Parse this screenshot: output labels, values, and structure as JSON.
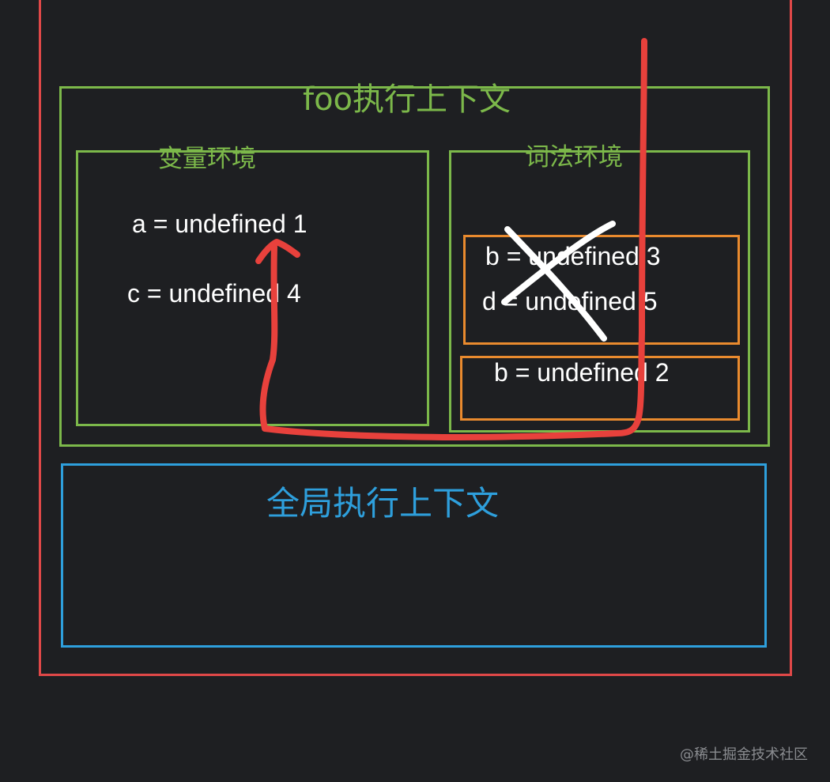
{
  "diagram": {
    "foo_context_title": "foo执行上下文",
    "variable_env_title": "变量环境",
    "lexical_env_title": "词法环境",
    "global_context_title": "全局执行上下文",
    "variable_env_entries": [
      "a = undefined  1",
      "c = undefined  4"
    ],
    "lexical_block_inner_entries": [
      "b = undefined  3",
      "d = undefined 5"
    ],
    "lexical_block_outer_entries": [
      "b = undefined  2"
    ],
    "inner_block_crossed_out": true
  },
  "watermark": "@稀土掘金技术社区",
  "colors": {
    "background": "#1e1f22",
    "call_stack": "#e04848",
    "context": "#7cb84a",
    "block": "#e98a2e",
    "global": "#2e9fdc",
    "lookup_path": "#e8413c",
    "cross_mark": "#ffffff"
  }
}
